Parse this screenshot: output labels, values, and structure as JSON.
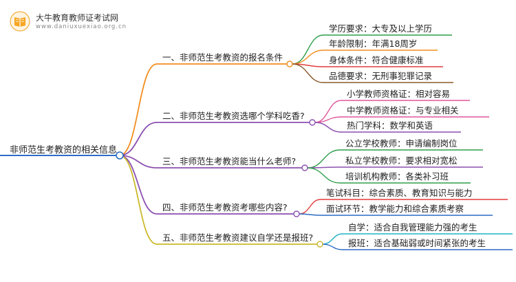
{
  "logo": {
    "title": "大牛教育教师证考试网",
    "url": "www.daniuxuexiao.org.cn",
    "icon": "book-icon"
  },
  "mindmap": {
    "root": "非师范生考教资的相关信息",
    "branches": [
      {
        "label": "一、非师范生考教资的报名条件",
        "color": "#f28c1c",
        "children": [
          {
            "label": "学历要求：大专及以上学历",
            "color": "#2e9e4a"
          },
          {
            "label": "年龄限制：年满18周岁",
            "color": "#f28c1c"
          },
          {
            "label": "身体条件：符合健康标准",
            "color": "#e23b3b"
          },
          {
            "label": "品德要求：无刑事犯罪记录",
            "color": "#8a5a2b"
          }
        ]
      },
      {
        "label": "二、非师范生考教资选哪个学科吃香?",
        "color": "#8b4fb0",
        "children": [
          {
            "label": "小学教师资格证：相对容易",
            "color": "#e0559c"
          },
          {
            "label": "中学教师资格证：与专业相关",
            "color": "#e0559c"
          },
          {
            "label": "热门学科：数学和英语",
            "color": "#8b4fb0"
          }
        ]
      },
      {
        "label": "三、非师范生考教资能当什么老师?",
        "color": "#8b4fb0",
        "children": [
          {
            "label": "公立学校教师：申请编制岗位",
            "color": "#2e9e4a"
          },
          {
            "label": "私立学校教师：要求相对宽松",
            "color": "#8b4fb0"
          },
          {
            "label": "培训机构教师：各类补习班",
            "color": "#2e9e4a"
          }
        ]
      },
      {
        "label": "四、非师范生考教资考哪些内容?",
        "color": "#8b4fb0",
        "children": [
          {
            "label": "笔试科目：综合素质、教育知识与能力",
            "color": "#e23b3b"
          },
          {
            "label": "面试环节：教学能力和综合素质考察",
            "color": "#2b6cc4"
          }
        ]
      },
      {
        "label": "五、非师范生考教资建议自学还是报班?",
        "color": "#c9b82a",
        "children": [
          {
            "label": "自学：适合自我管理能力强的考生",
            "color": "#20b2c4"
          },
          {
            "label": "报班：适合基础弱或时间紧张的考生",
            "color": "#2b6cc4"
          }
        ]
      }
    ]
  }
}
